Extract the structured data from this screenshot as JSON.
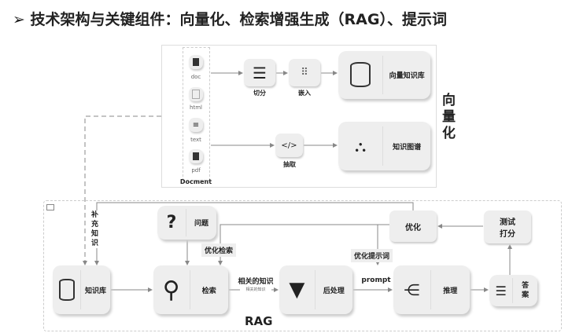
{
  "title": "➢ 技术架构与关键组件：向量化、检索增强生成（RAG）、提示词",
  "vectorize": {
    "section_label": "向量化",
    "documents_label": "Docment",
    "documents": [
      {
        "label": "doc",
        "icon": "word-file-icon"
      },
      {
        "label": "html",
        "icon": "html-file-icon"
      },
      {
        "label": "text",
        "icon": "text-lines-icon"
      },
      {
        "label": "pdf",
        "icon": "pdf-file-icon"
      }
    ],
    "chunk": "切分",
    "embed": "嵌入",
    "vector_db": "向量知识库",
    "extract": "抽取",
    "knowledge_graph": "知识图谱"
  },
  "rag": {
    "section_label": "RAG",
    "knowledge_base": "知识库",
    "question": "问题",
    "retrieve": "检索",
    "post_process": "后处理",
    "inference": "推理",
    "answer": "答案",
    "optimize": "优化",
    "test_score": "测试打分",
    "supplement": "补充知识",
    "optimize_retrieval": "优化检索",
    "optimize_prompt": "优化提示词",
    "relevant_knowledge": "相关的知识",
    "relevant_knowledge_small": "相关的知识",
    "prompt": "prompt"
  }
}
